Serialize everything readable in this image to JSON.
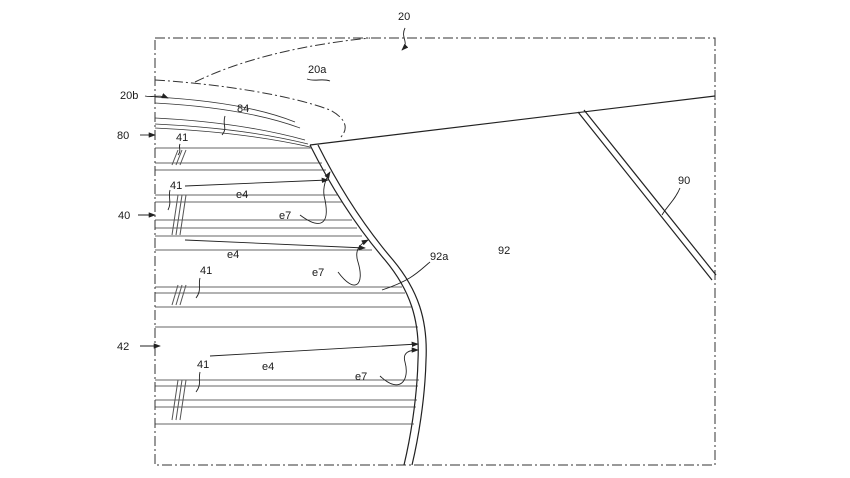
{
  "figure": {
    "labels": {
      "l20": "20",
      "l20a": "20a",
      "l20b": "20b",
      "l80": "80",
      "l84": "84",
      "l40": "40",
      "l42": "42",
      "l41": "41",
      "le4": "e4",
      "le7": "e7",
      "l92a": "92a",
      "l92": "92",
      "l90": "90"
    }
  }
}
